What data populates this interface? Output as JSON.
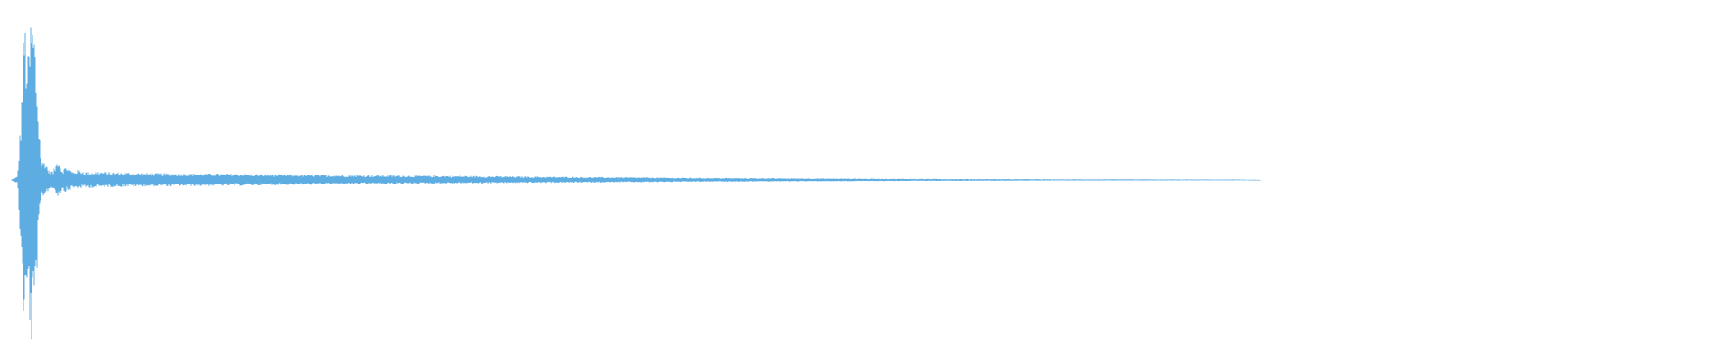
{
  "colors": {
    "waveform": "#5DADE2",
    "background": "#FFFFFF"
  },
  "chart_data": {
    "type": "area",
    "title": "",
    "xlabel": "",
    "ylabel": "",
    "grid": false,
    "legend": "none",
    "xlim": [
      0,
      1
    ],
    "ylim": [
      -1,
      1
    ],
    "envelope": {
      "x": [
        0.0,
        0.004,
        0.006,
        0.008,
        0.01,
        0.012,
        0.014,
        0.016,
        0.018,
        0.02,
        0.022,
        0.025,
        0.028,
        0.03,
        0.033,
        0.036,
        0.04,
        0.045,
        0.05,
        0.06,
        0.08,
        0.1,
        0.13,
        0.16,
        0.2,
        0.25,
        0.3,
        0.35,
        0.4,
        0.45,
        0.5,
        0.55,
        0.6,
        0.613,
        0.64,
        0.66,
        0.7,
        0.72,
        0.725,
        0.735,
        1.0
      ],
      "upper": [
        0.0,
        0.02,
        0.4,
        0.97,
        0.7,
        0.99,
        0.88,
        0.42,
        0.1,
        0.12,
        0.06,
        0.05,
        0.14,
        0.06,
        0.08,
        0.05,
        0.06,
        0.045,
        0.05,
        0.045,
        0.04,
        0.038,
        0.036,
        0.032,
        0.028,
        0.025,
        0.02,
        0.016,
        0.012,
        0.01,
        0.008,
        0.006,
        0.005,
        0.004,
        0.004,
        0.004,
        0.003,
        0.003,
        0.002,
        0.0,
        0.0
      ],
      "lower": [
        0.0,
        -0.02,
        -0.45,
        -0.92,
        -0.65,
        -0.99,
        -0.8,
        -0.38,
        -0.1,
        -0.09,
        -0.06,
        -0.05,
        -0.1,
        -0.06,
        -0.07,
        -0.05,
        -0.05,
        -0.045,
        -0.045,
        -0.04,
        -0.038,
        -0.036,
        -0.034,
        -0.03,
        -0.026,
        -0.022,
        -0.018,
        -0.015,
        -0.011,
        -0.009,
        -0.007,
        -0.005,
        -0.004,
        -0.003,
        -0.003,
        -0.003,
        -0.002,
        -0.002,
        -0.001,
        0.0,
        0.0
      ]
    }
  }
}
